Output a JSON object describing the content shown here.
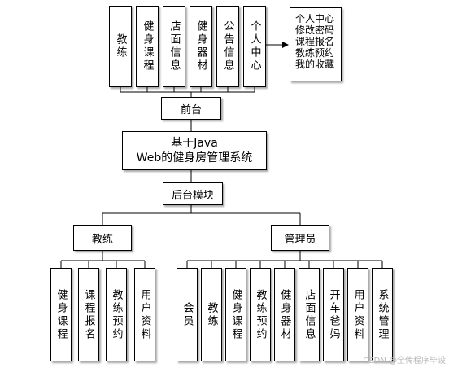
{
  "frontend_modules": [
    "教练",
    "健身课程",
    "店面信息",
    "健身器材",
    "公告信息",
    "个人中心"
  ],
  "personal_center_items": [
    "个人中心",
    "修改密码",
    "课程报名",
    "教练预约",
    "我的收藏"
  ],
  "frontend_label": "前台",
  "system_title_line1": "基于Java",
  "system_title_line2": "Web的健身房管理系统",
  "backend_label": "后台模块",
  "coach_label": "教练",
  "admin_label": "管理员",
  "coach_modules": [
    "健身课程",
    "课程报名",
    "教练预约",
    "用户资料"
  ],
  "admin_modules": [
    "会员",
    "教练",
    "健身课程",
    "教练预约",
    "健身器材",
    "店面信息",
    "开车爸妈",
    "用户资料",
    "系统管理"
  ],
  "watermark": "CSDN @全传程序毕设"
}
